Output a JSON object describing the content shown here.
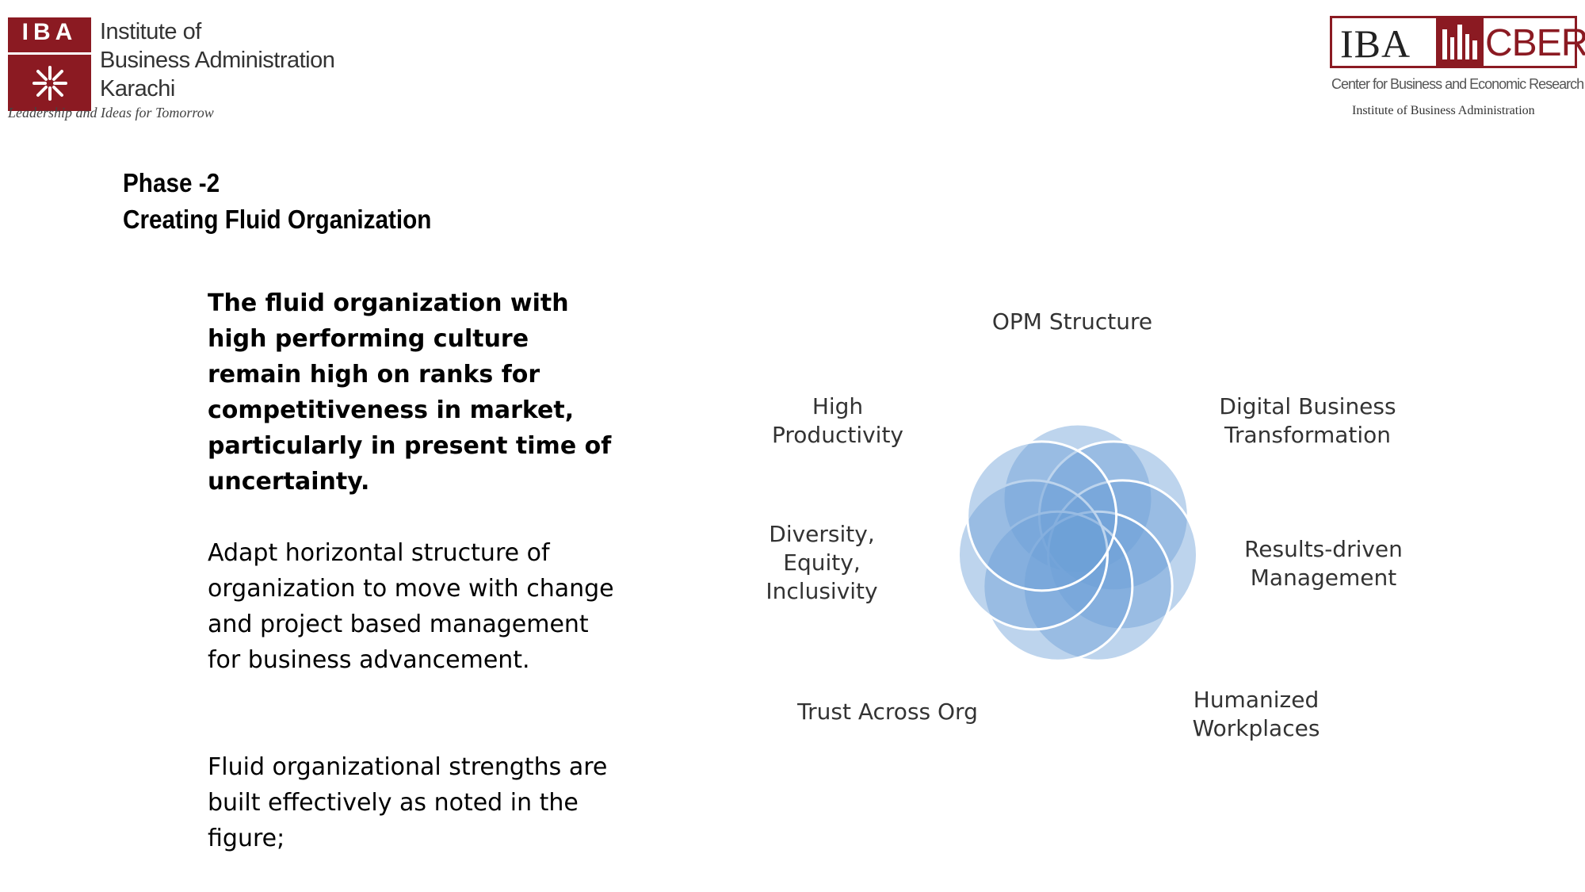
{
  "header": {
    "iba_logo": {
      "mark": "IBA",
      "name_lines": [
        "Institute of",
        "Business Administration",
        "Karachi"
      ],
      "tagline": "Leadership and Ideas for Tomorrow"
    },
    "cber_logo": {
      "iba": "IBA",
      "cber": "CBER",
      "subtitle": "Center for Business and Economic Research",
      "institute": "Institute of Business Administration"
    }
  },
  "heading": {
    "phase": "Phase -2",
    "title": "Creating Fluid Organization"
  },
  "body": {
    "lead": "The fluid organization with high performing culture remain high on ranks for competitiveness in market, particularly in present time of uncertainty.",
    "paragraph_2": "Adapt horizontal structure of organization to move with change and project based management for business advancement.",
    "paragraph_3": "Fluid organizational strengths are built effectively as noted in the figure;"
  },
  "diagram": {
    "type": "overlapping-circles",
    "circle_fill": "#6d9fd6",
    "circle_stroke": "#ffffff",
    "labels": [
      {
        "lines": [
          "OPM Structure"
        ]
      },
      {
        "lines": [
          "Digital Business",
          "Transformation"
        ]
      },
      {
        "lines": [
          "Results-driven",
          "Management"
        ]
      },
      {
        "lines": [
          "Humanized",
          "Workplaces"
        ]
      },
      {
        "lines": [
          "Trust Across Org"
        ]
      },
      {
        "lines": [
          "Diversity,",
          "Equity,",
          "Inclusivity"
        ]
      },
      {
        "lines": [
          "High",
          "Productivity"
        ]
      }
    ]
  },
  "colors": {
    "brand_red": "#8b1a22",
    "circle_blue": "#6d9fd6"
  }
}
